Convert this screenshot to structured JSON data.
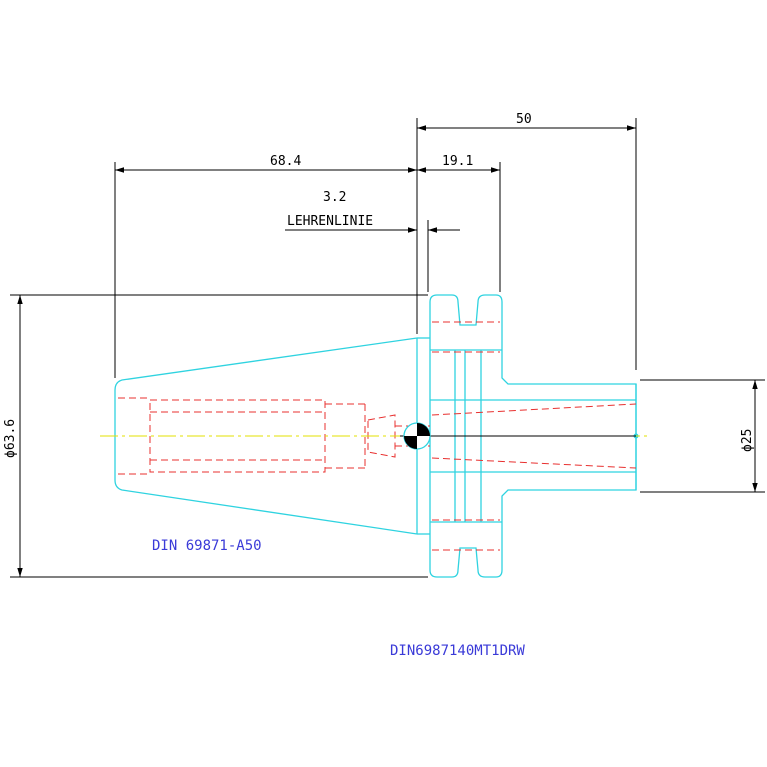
{
  "dimensions": {
    "length_taper": "68.4",
    "length_total": "50",
    "length_flange": "19.1",
    "gauge_offset": "3.2",
    "gauge_line": "LEHRENLINIE",
    "diameter_flange": "ϕ63.6",
    "diameter_shank": "ϕ25"
  },
  "labels": {
    "standard": "DIN 69871-A50",
    "drawing_id": "DIN6987140MT1DRW"
  },
  "colors": {
    "outline": "#2fd3e0",
    "hidden": "#e8302f",
    "dimension": "#000000",
    "centerline": "#e3e000",
    "text": "#3a3ad8"
  }
}
